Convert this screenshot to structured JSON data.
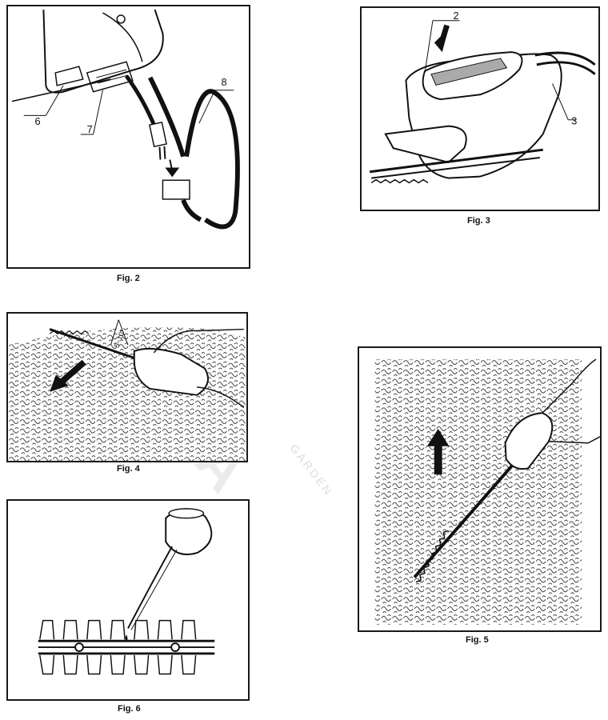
{
  "figures": {
    "fig2": {
      "caption": "Fig. 2",
      "callouts": [
        "6",
        "7",
        "8"
      ]
    },
    "fig3": {
      "caption": "Fig. 3",
      "callouts": [
        "2",
        "3"
      ]
    },
    "fig4": {
      "caption": "Fig. 4",
      "angle_label": "5~10°"
    },
    "fig5": {
      "caption": "Fig. 5"
    },
    "fig6": {
      "caption": "Fig. 6"
    }
  },
  "watermark": {
    "brand": "KAYA",
    "sub": "GARDEN"
  }
}
